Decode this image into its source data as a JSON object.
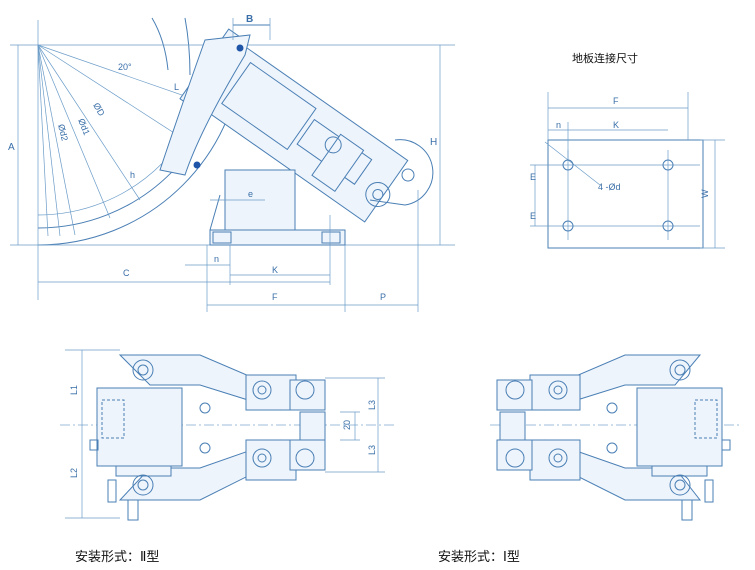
{
  "titles": {
    "floor_plate": "地板连接尺寸"
  },
  "captions": {
    "type_ii": "安装形式：Ⅱ型",
    "type_i": "安装形式：Ⅰ型"
  },
  "side_view_labels": {
    "B": "B",
    "angle": "20°",
    "L": "L",
    "D": "ØD",
    "d1": "Ød1",
    "d2": "Ød2",
    "A": "A",
    "H": "H",
    "e": "e",
    "n": "n",
    "K": "K",
    "C": "C",
    "F": "F",
    "P": "P",
    "h": "h"
  },
  "plate_labels": {
    "F": "F",
    "n": "n",
    "K": "K",
    "E1": "E",
    "E2": "E",
    "W": "W",
    "holes": "4 -Ød"
  },
  "top_view_labels": {
    "L1": "L1",
    "L2": "L2",
    "L3a": "L3",
    "L3b": "L3",
    "gap": "20"
  }
}
